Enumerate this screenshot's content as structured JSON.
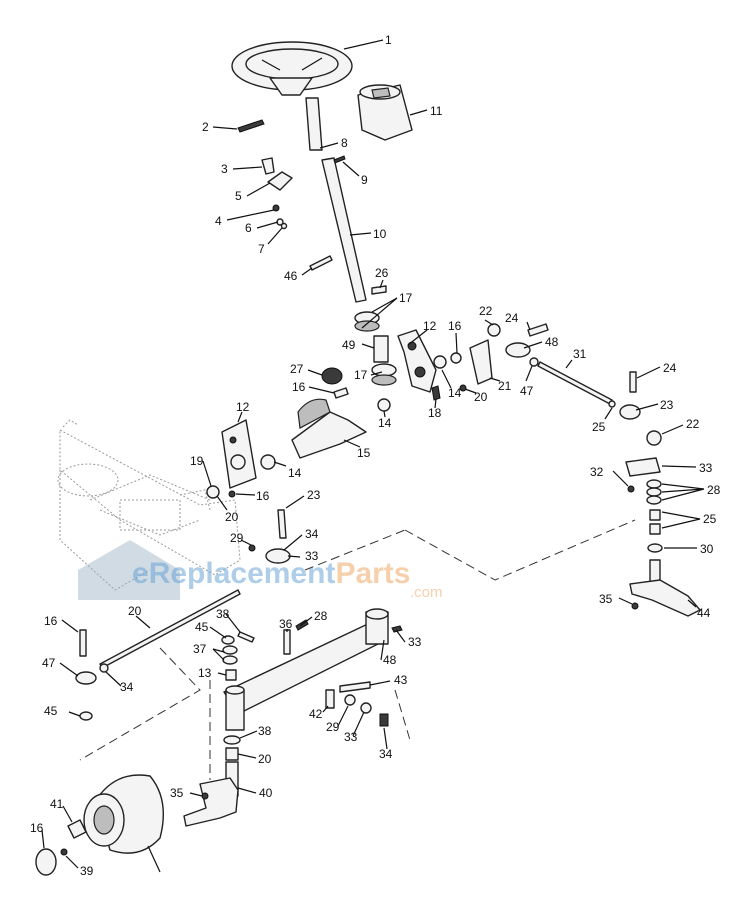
{
  "watermark": {
    "brand_part1": "e",
    "brand_part2": "Replacement",
    "brand_part3": "Parts",
    "suffix": ".com",
    "colors": {
      "blue": "#6ba6d6",
      "orange": "#f0a868",
      "gray": "#9ab0c4"
    }
  },
  "callouts": [
    "1",
    "2",
    "3",
    "5",
    "4",
    "6",
    "7",
    "8",
    "9",
    "10",
    "11",
    "46",
    "26",
    "17",
    "22",
    "24",
    "12",
    "16",
    "48",
    "49",
    "31",
    "27",
    "17",
    "16",
    "18",
    "14",
    "20",
    "21",
    "47",
    "24",
    "23",
    "12",
    "14",
    "15",
    "25",
    "22",
    "14",
    "19",
    "16",
    "20",
    "32",
    "33",
    "28",
    "23",
    "34",
    "25",
    "29",
    "33",
    "30",
    "20",
    "35",
    "44",
    "38",
    "28",
    "16",
    "45",
    "36",
    "33",
    "37",
    "48",
    "47",
    "34",
    "13",
    "43",
    "42",
    "29",
    "45",
    "33",
    "38",
    "34",
    "20",
    "35",
    "40",
    "41",
    "16",
    "39"
  ]
}
